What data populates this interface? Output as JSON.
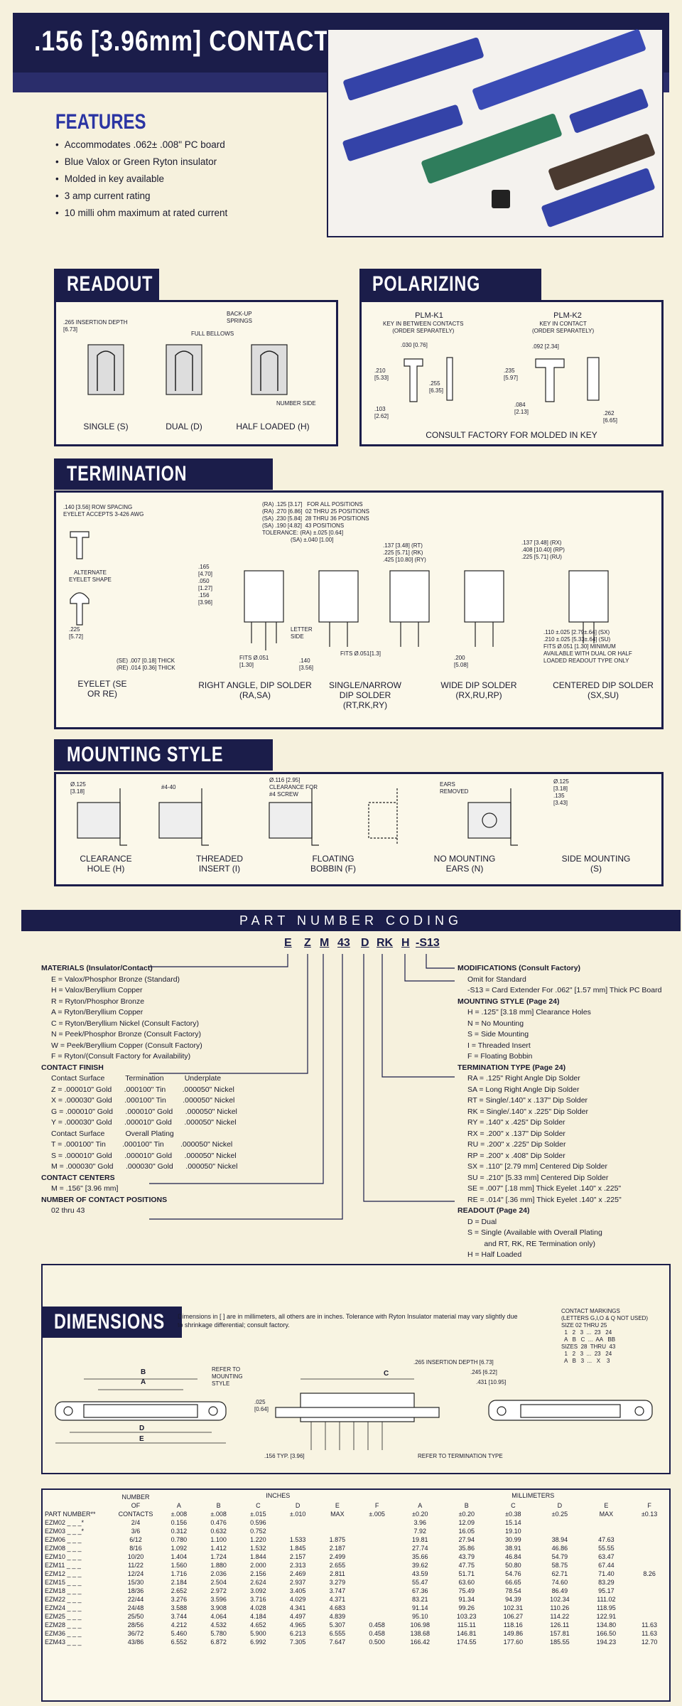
{
  "header": {
    "title": ".156 [3.96mm] CONTACT CENTERS"
  },
  "features": {
    "title": "FEATURES",
    "items": [
      "Accommodates .062± .008\" PC board",
      "Blue Valox or Green Ryton insulator",
      "Molded in key available",
      "3 amp current rating",
      "10 milli ohm maximum at rated current"
    ]
  },
  "readout": {
    "title": "READOUT",
    "insertion_depth": ".265 INSERTION DEPTH\n[6.73]",
    "full_bellows": "FULL BELLOWS",
    "backup": "BACK-UP\nSPRINGS",
    "number_side": "NUMBER SIDE",
    "single": "SINGLE (S)",
    "dual": "DUAL (D)",
    "half": "HALF LOADED (H)"
  },
  "polarizing": {
    "title": "POLARIZING KEYS",
    "k1_name": "PLM-K1",
    "k1_desc": "KEY IN BETWEEN CONTACTS\n(ORDER SEPARATELY)",
    "k2_name": "PLM-K2",
    "k2_desc": "KEY IN CONTACT\n(ORDER SEPARATELY)",
    "dims": [
      ".030 [0.76]",
      ".210\n[5.33]",
      ".255\n[6.35]",
      ".103\n[2.62]",
      ".092 [2.34]",
      ".235\n[5.97]",
      ".084\n[2.13]",
      ".262\n[6.65]"
    ],
    "footer": "CONSULT FACTORY FOR MOLDED IN KEY"
  },
  "termination": {
    "title": "TERMINATION TYPE",
    "row_spacing": ".140 [3.56] ROW SPACING\nEYELET ACCEPTS 3-426 AWG",
    "alternate": "ALTERNATE\nEYELET SHAPE",
    "eyelet": "EYELET\n(SE OR RE)",
    "eyelet_dim": ".225\n[5.72]",
    "eyelet_thick": "(SE) .007 [0.18] THICK\n(RE) .014 [0.36] THICK",
    "ra_table": "(RA) .125 [3.17]   FOR ALL POSITIONS\n(RA) .270 [6.86]  02 THRU 25 POSITIONS\n(SA) .230 [5.84]  28 THRU 36 POSITIONS\n(SA) .190 [4.82]  43 POSITIONS\nTOLERANCE: (RA) ±.025 [0.64]\n                  (SA) ±.040 [1.00]",
    "ra_dims": ".165\n[4.70]\n.050\n[1.27]\n.156\n[3.96]",
    "letter_side": "LETTER\nSIDE",
    "fits1": "FITS Ø.051\n[1.30]",
    ".140": ".140\n[3.56]",
    "fits2": "FITS Ø.051[1.3]",
    "rt_dims": ".137 [3.48] (RT)\n.225 [5.71] (RK)\n.425 [10.80] (RY)",
    "wide_dims": ".137 [3.48] (RX)\n.408 [10.40] (RP)\n.225 [5.71] (RU)",
    ".200": ".200\n[5.08]",
    "sx_note": ".110 ±.025 [2.79±.64] (SX)\n.210 ±.025 [5.33±.64] (SU)\nFITS Ø.051 [1.30] MINIMUM\nAVAILABLE WITH DUAL OR HALF\nLOADED READOUT TYPE ONLY",
    "ra": "RIGHT ANGLE, DIP SOLDER\n(RA,SA)",
    "single_narrow": "SINGLE/NARROW\nDIP SOLDER\n(RT,RK,RY)",
    "wide": "WIDE DIP SOLDER\n(RX,RU,RP)",
    "centered": "CENTERED DIP SOLDER\n(SX,SU)"
  },
  "mounting": {
    "title": "MOUNTING STYLE",
    "d1": "Ø.125\n[3.18]",
    "d2": "#4-40",
    "d3": "Ø.116 [2.95]\nCLEARANCE FOR\n#4 SCREW",
    "d4": "EARS\nREMOVED",
    "d5": "Ø.125\n[3.18]\n.135\n[3.43]",
    "h": "CLEARANCE\nHOLE (H)",
    "i": "THREADED\nINSERT (I)",
    "f": "FLOATING\nBOBBIN (F)",
    "n": "NO MOUNTING\nEARS (N)",
    "s": "SIDE MOUNTING\n(S)"
  },
  "pnc": {
    "title": "PART NUMBER CODING",
    "code": [
      "E",
      "Z",
      "M",
      "43",
      "D",
      "RK",
      "H",
      "-S13"
    ],
    "left": [
      [
        "h",
        "MATERIALS (Insulator/Contact)"
      ],
      [
        "i",
        "E = Valox/Phosphor Bronze (Standard)"
      ],
      [
        "i",
        "H = Valox/Beryllium Copper"
      ],
      [
        "i",
        "R = Ryton/Phosphor Bronze"
      ],
      [
        "i",
        "A = Ryton/Beryllium Copper"
      ],
      [
        "i",
        "C = Ryton/Beryllium Nickel (Consult Factory)"
      ],
      [
        "i",
        "N = Peek/Phosphor Bronze (Consult Factory)"
      ],
      [
        "i",
        "W = Peek/Beryllium Copper (Consult Factory)"
      ],
      [
        "i",
        "F = Ryton/(Consult Factory for Availability)"
      ],
      [
        "h",
        "CONTACT FINISH"
      ],
      [
        "i",
        "Contact Surface          Termination          Underplate"
      ],
      [
        "i",
        "Z = .000010\" Gold      .000100\" Tin        .000050\" Nickel"
      ],
      [
        "i",
        "X = .000030\" Gold      .000100\" Tin        .000050\" Nickel"
      ],
      [
        "i",
        "G = .000010\" Gold      .000010\" Gold      .000050\" Nickel"
      ],
      [
        "i",
        "Y = .000030\" Gold      .000010\" Gold      .000050\" Nickel"
      ],
      [
        "i",
        "Contact Surface          Overall Plating"
      ],
      [
        "i",
        "T = .000100\" Tin        .000100\" Tin        .000050\" Nickel"
      ],
      [
        "i",
        "S = .000010\" Gold      .000010\" Gold      .000050\" Nickel"
      ],
      [
        "i",
        "M = .000030\" Gold      .000030\" Gold      .000050\" Nickel"
      ],
      [
        "h",
        "CONTACT CENTERS"
      ],
      [
        "i",
        "M = .156\" [3.96 mm]"
      ],
      [
        "h",
        "NUMBER OF CONTACT POSITIONS"
      ],
      [
        "i",
        "02 thru 43"
      ]
    ],
    "right": [
      [
        "h",
        "MODIFICATIONS (Consult Factory)"
      ],
      [
        "i",
        "Omit for Standard"
      ],
      [
        "i",
        "-S13 = Card Extender For .062\" [1.57 mm] Thick PC Board"
      ],
      [
        "h",
        "MOUNTING STYLE (Page 24)"
      ],
      [
        "i",
        "H = .125\" [3.18 mm] Clearance Holes"
      ],
      [
        "i",
        "N = No Mounting"
      ],
      [
        "i",
        "S = Side Mounting"
      ],
      [
        "i",
        "I = Threaded Insert"
      ],
      [
        "i",
        "F = Floating Bobbin"
      ],
      [
        "h",
        "TERMINATION TYPE (Page 24)"
      ],
      [
        "i",
        "RA = .125\" Right Angle Dip Solder"
      ],
      [
        "i",
        "SA = Long Right Angle Dip Solder"
      ],
      [
        "i",
        "RT = Single/.140\" x .137\" Dip Solder"
      ],
      [
        "i",
        "RK = Single/.140\" x .225\" Dip Solder"
      ],
      [
        "i",
        "RY = .140\" x .425\" Dip Solder"
      ],
      [
        "i",
        "RX = .200\" x .137\" Dip Solder"
      ],
      [
        "i",
        "RU = .200\" x .225\" Dip Solder"
      ],
      [
        "i",
        "RP = .200\" x .408\" Dip Solder"
      ],
      [
        "i",
        "SX = .110\" [2.79 mm] Centered Dip Solder"
      ],
      [
        "i",
        "SU = .210\" [5.33 mm] Centered Dip Solder"
      ],
      [
        "i",
        "SE = .007\" [.18 mm] Thick Eyelet .140\" x .225\""
      ],
      [
        "i",
        "RE = .014\" [.36 mm] Thick Eyelet .140\" x .225\""
      ],
      [
        "h",
        "READOUT (Page 24)"
      ],
      [
        "i",
        "D = Dual"
      ],
      [
        "i",
        "S = Single (Available with Overall Plating"
      ],
      [
        "i",
        "        and RT, RK, RE Termination only)"
      ],
      [
        "i",
        "H = Half Loaded"
      ]
    ]
  },
  "dimensions": {
    "title": "DIMENSIONS",
    "note": "Dimensions in [ ] are in millimeters, all others are in inches. Tolerance with Ryton Insulator material may vary slightly due to shrinkage differential; consult factory.",
    "refer_mount": "REFER TO\nMOUNTING\nSTYLE",
    "ins_depth": ".265 INSERTION DEPTH [6.73]",
    "d245": ".245 [6.22]",
    ".431": ".431 [10.95]",
    ".025": ".025\n[0.64]",
    ".156typ": ".156 TYP. [3.96]",
    "refer_term": "REFER TO TERMINATION TYPE",
    "markings": "CONTACT MARKINGS\n(LETTERS G,I,O & Q NOT USED)\nSIZE 02 THRU 25\n  1   2   3  ...  23   24\n  A   B   C  ...  AA   BB\nSIZES  28  THRU  43\n  1   2   3  ...  23   24\n  A   B   3  ...   X    3",
    "letters": {
      "A": "A",
      "B": "B",
      "C": "C",
      "D": "D",
      "E": "E"
    }
  },
  "table": {
    "headers": {
      "pn": "PART NUMBER**",
      "num": "NUMBER\nOF\nCONTACTS",
      "inches": "INCHES",
      "mm": "MILLIMETERS"
    },
    "sub": [
      "A\n±.008",
      "B\n±.008",
      "C\n±.015",
      "D\n±.010",
      "E\nMAX",
      "F\n±.005",
      "A\n±0.20",
      "B\n±0.20",
      "C\n±0.38",
      "D\n±0.25",
      "E\nMAX",
      "F\n±0.13"
    ],
    "rows": [
      [
        "EZM02 _ _ _*",
        "2/4",
        "0.156",
        "0.476",
        "0.596",
        "",
        "",
        "",
        "3.96",
        "12.09",
        "15.14",
        "",
        "",
        "",
        1
      ],
      [
        "EZM03 _ _ _*",
        "3/6",
        "0.312",
        "0.632",
        "0.752",
        "",
        "",
        "",
        "7.92",
        "16.05",
        "19.10",
        "",
        "",
        "",
        0
      ],
      [
        "EZM06 _ _ _",
        "6/12",
        "0.780",
        "1.100",
        "1.220",
        "1.533",
        "1.875",
        "",
        "19.81",
        "27.94",
        "30.99",
        "38.94",
        "47.63",
        "",
        0
      ],
      [
        "EZM08 _ _ _",
        "8/16",
        "1.092",
        "1.412",
        "1.532",
        "1.845",
        "2.187",
        "",
        "27.74",
        "35.86",
        "38.91",
        "46.86",
        "55.55",
        "",
        1
      ],
      [
        "EZM10 _ _ _",
        "10/20",
        "1.404",
        "1.724",
        "1.844",
        "2.157",
        "2.499",
        "",
        "35.66",
        "43.79",
        "46.84",
        "54.79",
        "63.47",
        "",
        0
      ],
      [
        "EZM11 _ _ _",
        "11/22",
        "1.560",
        "1.880",
        "2.000",
        "2.313",
        "2.655",
        "",
        "39.62",
        "47.75",
        "50.80",
        "58.75",
        "67.44",
        "",
        0
      ],
      [
        "EZM12 _ _ _",
        "12/24",
        "1.716",
        "2.036",
        "2.156",
        "2.469",
        "2.811",
        "",
        "43.59",
        "51.71",
        "54.76",
        "62.71",
        "71.40",
        "8.26",
        1
      ],
      [
        "EZM15 _ _ _",
        "15/30",
        "2.184",
        "2.504",
        "2.624",
        "2.937",
        "3.279",
        "",
        "55.47",
        "63.60",
        "66.65",
        "74.60",
        "83.29",
        "",
        0
      ],
      [
        "EZM18 _ _ _",
        "18/36",
        "2.652",
        "2.972",
        "3.092",
        "3.405",
        "3.747",
        "",
        "67.36",
        "75.49",
        "78.54",
        "86.49",
        "95.17",
        "",
        0
      ],
      [
        "EZM22 _ _ _",
        "22/44",
        "3.276",
        "3.596",
        "3.716",
        "4.029",
        "4.371",
        "",
        "83.21",
        "91.34",
        "94.39",
        "102.34",
        "111.02",
        "",
        1
      ],
      [
        "EZM24 _ _ _",
        "24/48",
        "3.588",
        "3.908",
        "4.028",
        "4.341",
        "4.683",
        "",
        "91.14",
        "99.26",
        "102.31",
        "110.26",
        "118.95",
        "",
        0
      ],
      [
        "EZM25 _ _ _",
        "25/50",
        "3.744",
        "4.064",
        "4.184",
        "4.497",
        "4.839",
        "",
        "95.10",
        "103.23",
        "106.27",
        "114.22",
        "122.91",
        "",
        0
      ],
      [
        "EZM28 _ _ _",
        "28/56",
        "4.212",
        "4.532",
        "4.652",
        "4.965",
        "5.307",
        "0.458",
        "106.98",
        "115.11",
        "118.16",
        "126.11",
        "134.80",
        "11.63",
        1
      ],
      [
        "EZM36 _ _ _",
        "36/72",
        "5.460",
        "5.780",
        "5.900",
        "6.213",
        "6.555",
        "0.458",
        "138.68",
        "146.81",
        "149.86",
        "157.81",
        "166.50",
        "11.63",
        0
      ],
      [
        "EZM43 _ _ _",
        "43/86",
        "6.552",
        "6.872",
        "6.992",
        "7.305",
        "7.647",
        "0.500",
        "166.42",
        "174.55",
        "177.60",
        "185.55",
        "194.23",
        "12.70",
        1
      ]
    ]
  }
}
